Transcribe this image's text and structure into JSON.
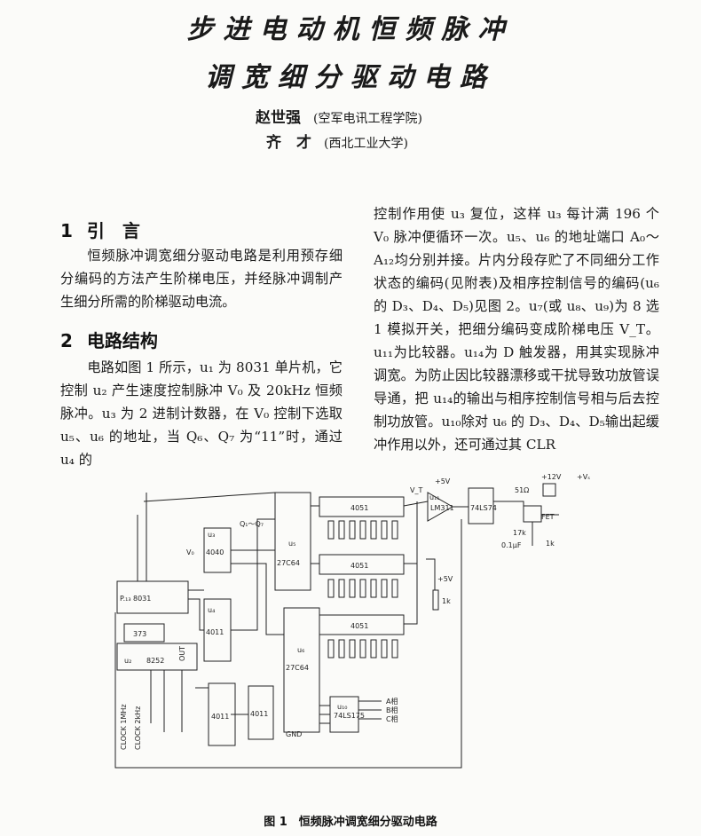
{
  "title": {
    "line1": "步进电动机恒频脉冲",
    "line2": "调宽细分驱动电路"
  },
  "authors": [
    {
      "name": "赵世强",
      "affiliation": "(空军电讯工程学院)"
    },
    {
      "name": "齐　才",
      "affiliation": "(西北工业大学)"
    }
  ],
  "sections": {
    "intro": {
      "num": "1",
      "title": "引　言"
    },
    "circuit": {
      "num": "2",
      "title": "电路结构"
    }
  },
  "paragraphs": {
    "intro_text": "恒频脉冲调宽细分驱动电路是利用预存细分编码的方法产生阶梯电压，并经脉冲调制产生细分所需的阶梯驱动电流。",
    "circuit_text": "电路如图 1 所示，u₁ 为 8031 单片机，它控制 u₂ 产生速度控制脉冲 V₀ 及 20kHz 恒频脉冲。u₃ 为 2 进制计数器，在 V₀ 控制下选取 u₅、u₆ 的地址，当 Q₆、Q₇ 为“11”时，通过 u₄ 的",
    "right_text": "控制作用使 u₃ 复位，这样 u₃ 每计满 196 个 V₀ 脉冲便循环一次。u₅、u₆ 的地址端口 A₀～A₁₂均分别并接。片内分段存贮了不同细分工作状态的编码(见附表)及相序控制信号的编码(u₆ 的 D₃、D₄、D₅)见图 2。u₇(或 u₈、u₉)为 8 选 1 模拟开关，把细分编码变成阶梯电压 V_T。u₁₁为比较器。u₁₄为 D 触发器，用其实现脉冲调宽。为防止因比较器漂移或干扰导致功放管误导通，把 u₁₄的输出与相序控制信号相与后去控制功放管。u₁₀除对 u₆ 的 D₃、D₄、D₅输出起缓冲作用以外，还可通过其 CLR"
  },
  "figure": {
    "caption": "图 1　恒频脉冲调宽细分驱动电路",
    "labels": {
      "u1": "8031",
      "u1_p": "P.₁₃",
      "u2": "8252",
      "u2_label": "u₂",
      "u3": "4040",
      "u3_label": "u₃",
      "u4": "4011",
      "u4_label": "u₄",
      "u5": "27C64",
      "u5_label": "u₅",
      "u6": "27C64",
      "u6_label": "u₆",
      "u7": "4051",
      "u8": "4051",
      "u9": "4051",
      "u10": "74LS175",
      "u10_label": "u₁₀",
      "u11": "LM311",
      "u11_label": "u₁₁",
      "u12": "4011",
      "u13": "4011",
      "u14": "74LS74",
      "u15": "373",
      "fet": "FET",
      "r1": "17k",
      "r2": "1k",
      "r3": "1k",
      "cap": "0.1μF",
      "r4": "51Ω",
      "vplus5_1": "+5V",
      "vplus5_2": "+5V",
      "vplus12": "+12V",
      "vs": "+Vₛ",
      "clock1": "CLOCK 1MHz",
      "clock2": "CLOCK 2kHz",
      "out": "OUT",
      "phase_a": "A相",
      "phase_b": "B相",
      "phase_c": "C相",
      "gnd": "GND",
      "vt": "V_T",
      "vo": "V₀",
      "q": "Q₁～Q₇"
    }
  }
}
